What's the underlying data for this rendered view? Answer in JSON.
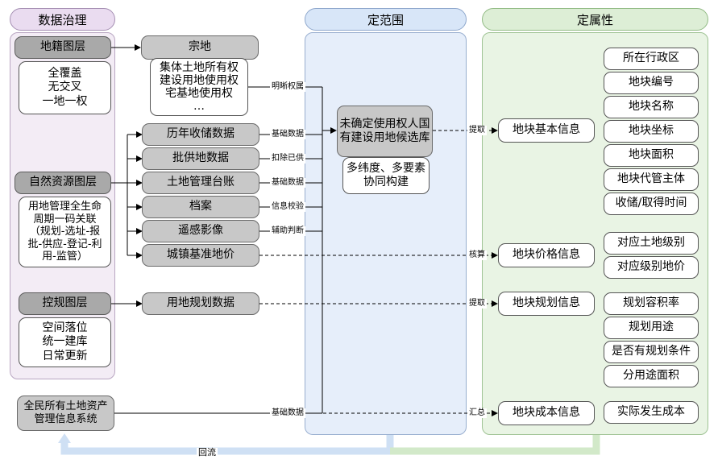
{
  "lanes": {
    "governance": "数据治理",
    "scope": "定范围",
    "attribute": "定属性"
  },
  "left": {
    "cadastral_layer": "地籍图层",
    "cadastral_features": [
      "全覆盖",
      "无交叉",
      "一地一权"
    ],
    "natural_layer": "自然资源图层",
    "natural_features": [
      "用地管理全生命",
      "周期一码关联",
      "（规划-选址-报",
      "批-供应-登记-利",
      "用-监管）"
    ],
    "regulatory_layer": "控规图层",
    "regulatory_features": [
      "空间落位",
      "统一建库",
      "日常更新"
    ],
    "asset_system": [
      "全民所有土地资产",
      "管理信息系统"
    ]
  },
  "middle": {
    "parcel": "宗地",
    "parcel_rights": [
      "集体土地所有权",
      "建设用地使用权",
      "宅基地使用权",
      "…"
    ],
    "data_items": [
      "历年收储数据",
      "批供地数据",
      "土地管理台账",
      "档案",
      "遥感影像",
      "城镇基准地价"
    ],
    "planning_data": "用地规划数据"
  },
  "scope_box": {
    "main": [
      "未确定使用权人国",
      "有建设用地候选库"
    ],
    "sub": [
      "多纬度、多要素",
      "协同构建"
    ]
  },
  "edge_labels": {
    "clarify": "明晰权属",
    "basic1": "基础数据",
    "deduct": "扣除已供",
    "basic2": "基础数据",
    "verify": "信息校验",
    "assist": "辅助判断",
    "basic3": "基础数据",
    "extract1": "提取",
    "accounting": "核算",
    "extract2": "提取",
    "summary": "汇总",
    "backflow": "回流"
  },
  "info": {
    "basic": "地块基本信息",
    "price": "地块价格信息",
    "planning": "地块规划信息",
    "cost": "地块成本信息"
  },
  "attributes": {
    "basic": [
      "所在行政区",
      "地块编号",
      "地块名称",
      "地块坐标",
      "地块面积",
      "地块代管主体",
      "收储/取得时间"
    ],
    "price": [
      "对应土地级别",
      "对应级别地价"
    ],
    "planning": [
      "规划容积率",
      "规划用途",
      "是否有规划条件",
      "分用途面积"
    ],
    "cost": [
      "实际发生成本"
    ]
  },
  "colors": {
    "governance_lane": "#f3ecf5",
    "scope_lane": "#e6eefa",
    "attribute_lane": "#e9f4e4"
  }
}
